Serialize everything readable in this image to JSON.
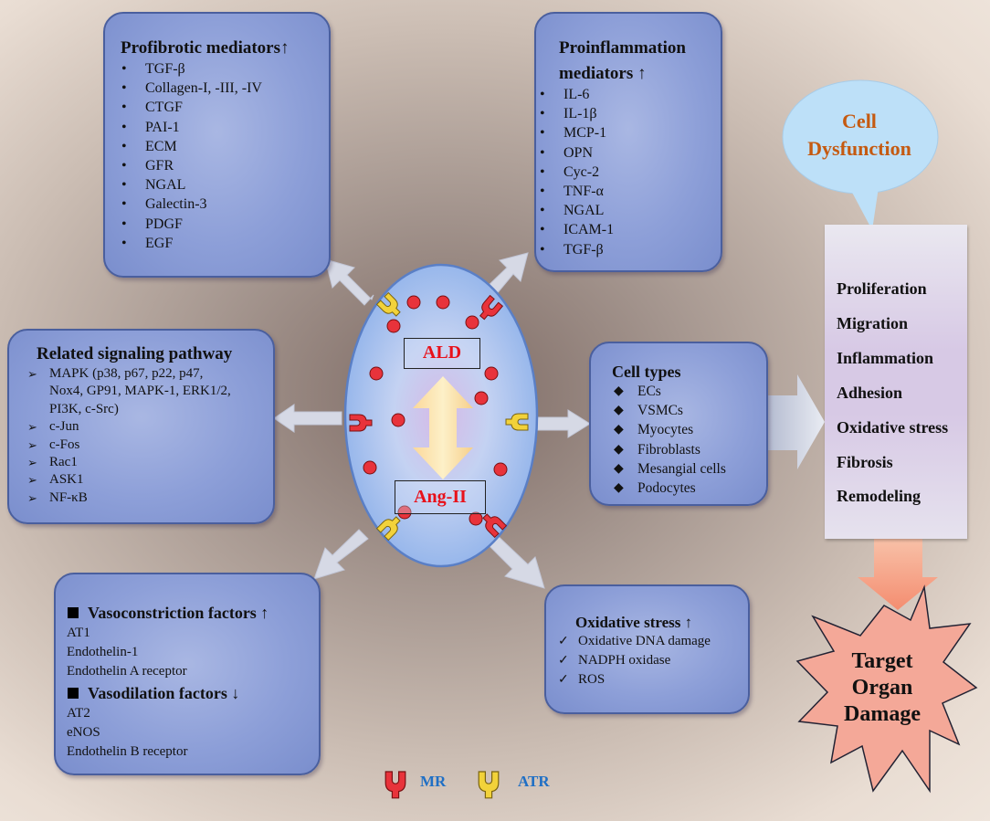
{
  "profibrotic": {
    "title": "Profibrotic mediators↑",
    "items": [
      "TGF-β",
      "Collagen-I, -III, -IV",
      "CTGF",
      "PAI-1",
      "ECM",
      "GFR",
      "NGAL",
      "Galectin-3",
      "PDGF",
      "EGF"
    ]
  },
  "proinflammation": {
    "title_line1": "Proinflammation",
    "title_line2": "mediators ↑",
    "items": [
      "IL-6",
      "IL-1β",
      "MCP-1",
      "OPN",
      "Cyc-2",
      "TNF-α",
      "NGAL",
      "ICAM-1",
      "TGF-β"
    ]
  },
  "signaling": {
    "title": "Related signaling pathway",
    "items": [
      "MAPK (p38, p67, p22, p47,",
      "Nox4, GP91, MAPK-1, ERK1/2,",
      "PI3K, c-Src)",
      "c-Jun",
      "c-Fos",
      "Rac1",
      "ASK1",
      "NF-κB"
    ]
  },
  "cell_types": {
    "title": "Cell types",
    "items": [
      "ECs",
      "VSMCs",
      "Myocytes",
      "Fibroblasts",
      "Mesangial cells",
      "Podocytes"
    ]
  },
  "vaso": {
    "constriction_title": "Vasoconstriction factors ↑",
    "constriction_items": [
      "AT1",
      "Endothelin-1",
      "Endothelin A receptor"
    ],
    "dilation_title": "Vasodilation factors ↓",
    "dilation_items": [
      "AT2",
      "eNOS",
      "Endothelin B receptor"
    ]
  },
  "oxidative": {
    "title": "Oxidative stress ↑",
    "items": [
      "Oxidative DNA damage",
      "NADPH oxidase",
      "ROS"
    ]
  },
  "center": {
    "top_label": "ALD",
    "bottom_label": "Ang-II"
  },
  "cell_dysfunction": {
    "line1": "Cell",
    "line2": "Dysfunction"
  },
  "processes": [
    "Proliferation",
    "Migration",
    "Inflammation",
    "Adhesion",
    "Oxidative stress",
    "Fibrosis",
    "Remodeling"
  ],
  "target": {
    "line1": "Target",
    "line2": "Organ",
    "line3": "Damage"
  },
  "legend": {
    "mr_label": "MR",
    "atr_label": "ATR"
  },
  "colors": {
    "mr": "#e8333b",
    "atr": "#f2d23a",
    "label_red": "#e8111a",
    "dysfunction_orange": "#c55a11",
    "legend_blue": "#1f6fc5"
  }
}
